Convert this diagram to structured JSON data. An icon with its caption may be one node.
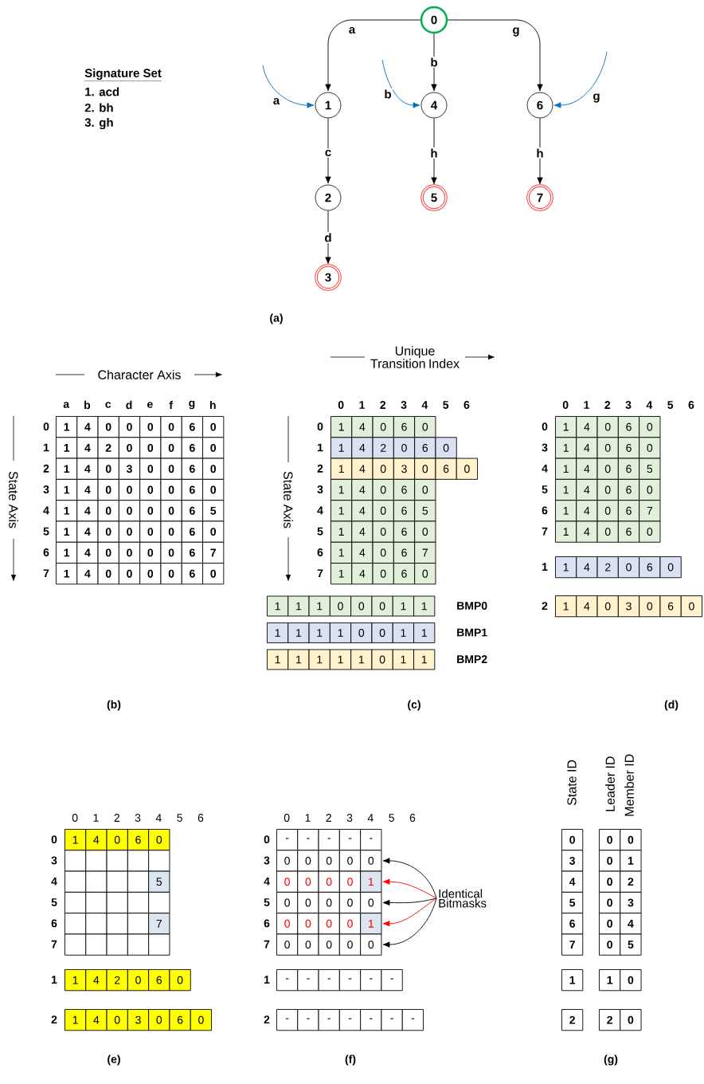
{
  "diagram": {
    "nodes": [
      {
        "text": [
          "0"
        ]
      },
      {
        "text": [
          "1"
        ]
      },
      {
        "text": [
          "4"
        ]
      },
      {
        "text": [
          "6"
        ]
      },
      {
        "text": [
          "2"
        ]
      },
      {
        "text": [
          "5"
        ]
      },
      {
        "text": [
          "7"
        ]
      },
      {
        "text": [
          "3"
        ]
      },
      {
        "text": [
          "Identical Bitmasks"
        ]
      },
      {
        "text": [
          "0"
        ]
      },
      {
        "text": [
          "1"
        ]
      },
      {
        "text": [
          "0"
        ]
      },
      {
        "text": [
          "1"
        ]
      },
      {
        "text": [
          "0"
        ]
      }
    ],
    "edges": [
      {
        "from": 0,
        "to": 1,
        "arrow": "to",
        "label": "a"
      },
      {
        "from": 0,
        "to": 2,
        "arrow": "to",
        "label": "b"
      },
      {
        "from": 0,
        "to": 3,
        "arrow": "to",
        "label": "g"
      },
      {
        "from": null,
        "to": 1,
        "arrow": "to",
        "label": "a",
        "color": "#0070c0"
      },
      {
        "from": null,
        "to": 2,
        "arrow": "to",
        "label": "b",
        "color": "#0070c0"
      },
      {
        "from": null,
        "to": 3,
        "arrow": "to",
        "label": "g",
        "color": "#0070c0"
      },
      {
        "from": 1,
        "to": 4,
        "arrow": "to",
        "label": "c"
      },
      {
        "from": 2,
        "to": 5,
        "arrow": "to",
        "label": "h"
      },
      {
        "from": 3,
        "to": 6,
        "arrow": "to",
        "label": "h"
      },
      {
        "from": 4,
        "to": 7,
        "arrow": "to",
        "label": "d"
      },
      {
        "from": 8,
        "to": 9,
        "arrow": "to"
      },
      {
        "from": 8,
        "to": 10,
        "arrow": "to",
        "color": "#ff0000"
      },
      {
        "from": 8,
        "to": 11,
        "arrow": "to"
      },
      {
        "from": 8,
        "to": 12,
        "arrow": "to",
        "color": "#ff0000"
      },
      {
        "from": 8,
        "to": 13,
        "arrow": "to"
      }
    ],
    "labels": [
      "Signature Set",
      "1. acd",
      "2. bh",
      "3. gh",
      "(a)",
      "Character Axis",
      "State Axis",
      "a",
      "b",
      "c",
      "d",
      "e",
      "f",
      "g",
      "h",
      "0",
      "1",
      "4",
      "0",
      "0",
      "0",
      "0",
      "6",
      "0",
      "1",
      "1",
      "4",
      "2",
      "0",
      "0",
      "0",
      "6",
      "0",
      "2",
      "1",
      "4",
      "0",
      "3",
      "0",
      "0",
      "6",
      "0",
      "3",
      "1",
      "4",
      "0",
      "0",
      "0",
      "0",
      "6",
      "0",
      "4",
      "1",
      "4",
      "0",
      "0",
      "0",
      "0",
      "6",
      "5",
      "5",
      "1",
      "4",
      "0",
      "0",
      "0",
      "0",
      "6",
      "0",
      "6",
      "1",
      "4",
      "0",
      "0",
      "0",
      "0",
      "6",
      "7",
      "7",
      "1",
      "4",
      "0",
      "0",
      "0",
      "0",
      "6",
      "0",
      "(b)",
      "Unique Transition Index",
      "State Axis",
      "0",
      "1",
      "2",
      "3",
      "4",
      "5",
      "6",
      "0",
      "1",
      "4",
      "0",
      "6",
      "0",
      "1",
      "1",
      "4",
      "2",
      "0",
      "6",
      "0",
      "2",
      "1",
      "4",
      "0",
      "3",
      "0",
      "6",
      "0",
      "3",
      "1",
      "4",
      "0",
      "6",
      "0",
      "4",
      "1",
      "4",
      "0",
      "6",
      "5",
      "5",
      "1",
      "4",
      "0",
      "6",
      "0",
      "6",
      "1",
      "4",
      "0",
      "6",
      "7",
      "7",
      "1",
      "4",
      "0",
      "6",
      "0",
      "1",
      "1",
      "1",
      "0",
      "0",
      "0",
      "1",
      "1",
      "BMP0",
      "1",
      "1",
      "1",
      "1",
      "0",
      "0",
      "1",
      "1",
      "BMP1",
      "1",
      "1",
      "1",
      "1",
      "1",
      "0",
      "1",
      "1",
      "BMP2",
      "(c)",
      "0",
      "1",
      "2",
      "3",
      "4",
      "5",
      "6",
      "0",
      "1",
      "4",
      "0",
      "6",
      "0",
      "3",
      "1",
      "4",
      "0",
      "6",
      "0",
      "4",
      "1",
      "4",
      "0",
      "6",
      "5",
      "5",
      "1",
      "4",
      "0",
      "6",
      "0",
      "6",
      "1",
      "4",
      "0",
      "6",
      "7",
      "7",
      "1",
      "4",
      "0",
      "6",
      "0",
      "1",
      "1",
      "4",
      "2",
      "0",
      "6",
      "0",
      "2",
      "1",
      "4",
      "0",
      "3",
      "0",
      "6",
      "0",
      "(d)",
      "0",
      "1",
      "2",
      "3",
      "4",
      "5",
      "6",
      "0",
      "1",
      "4",
      "0",
      "6",
      "0",
      "3",
      "4",
      "5",
      "5",
      "6",
      "7",
      "7",
      "1",
      "1",
      "4",
      "2",
      "0",
      "6",
      "0",
      "2",
      "1",
      "4",
      "0",
      "3",
      "0",
      "6",
      "0",
      "(e)",
      "0",
      "1",
      "2",
      "3",
      "4",
      "5",
      "6",
      "0",
      "-",
      "-",
      "-",
      "-",
      "-",
      "3",
      "0",
      "0",
      "0",
      "0",
      "4",
      "0",
      "0",
      "0",
      "0",
      "5",
      "0",
      "0",
      "0",
      "0",
      "6",
      "0",
      "0",
      "0",
      "0",
      "7",
      "0",
      "0",
      "0",
      "0",
      "1",
      "-",
      "-",
      "-",
      "-",
      "-",
      "-",
      "2",
      "-",
      "-",
      "-",
      "-",
      "-",
      "-",
      "-",
      "(f)",
      "State ID",
      "Leader ID",
      "Member ID",
      "0",
      "0",
      "0",
      "3",
      "0",
      "1",
      "4",
      "0",
      "2",
      "5",
      "0",
      "3",
      "6",
      "0",
      "4",
      "7",
      "0",
      "5",
      "1",
      "1",
      "0",
      "2",
      "2",
      "0",
      "(g)"
    ]
  }
}
